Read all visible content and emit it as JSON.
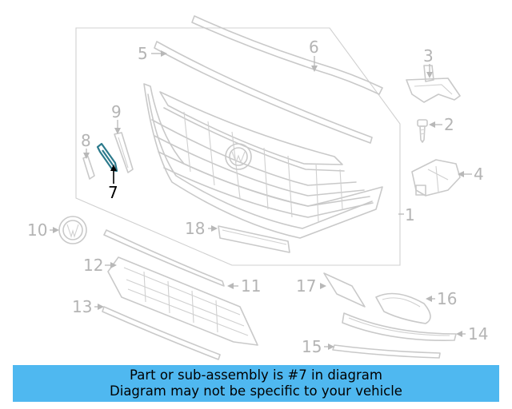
{
  "callouts": {
    "c1": "1",
    "c2": "2",
    "c3": "3",
    "c4": "4",
    "c5": "5",
    "c6": "6",
    "c7": "7",
    "c8": "8",
    "c9": "9",
    "c10": "10",
    "c11": "11",
    "c12": "12",
    "c13": "13",
    "c14": "14",
    "c15": "15",
    "c16": "16",
    "c17": "17",
    "c18": "18"
  },
  "highlighted_part": "7",
  "colors": {
    "banner": "#4fb8f0",
    "highlight": "#2c7a8c",
    "linework": "#c9c9c9"
  },
  "banner": {
    "line1": "Part or sub-assembly is #7 in diagram",
    "line2": "Diagram may not be specific to your vehicle"
  }
}
